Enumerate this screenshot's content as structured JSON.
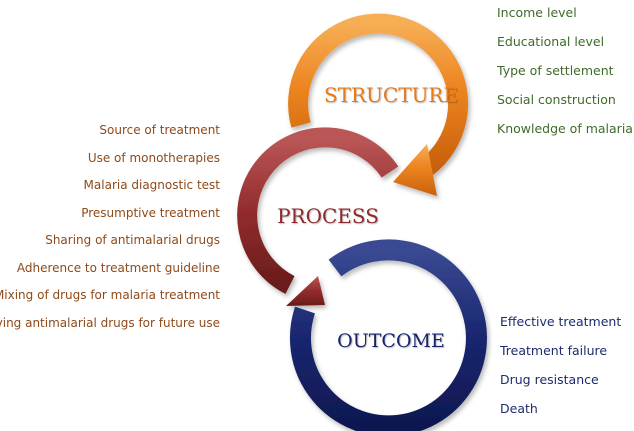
{
  "colors": {
    "structure": "#e87a17",
    "process": "#8d2a2a",
    "outcome": "#17236c",
    "structure_text": "#3f6b2a",
    "process_text": "#8e4a1a",
    "outcome_text": "#1c2c6c"
  },
  "stages": {
    "structure": "STRUCTURE",
    "process": "PROCESS",
    "outcome": "OUTCOME"
  },
  "structure_factors": [
    "Income level",
    "Educational level",
    "Type of settlement",
    "Social construction",
    "Knowledge of malaria"
  ],
  "process_factors": [
    "Source of treatment",
    "Use of monotherapies",
    "Malaria diagnostic test",
    "Presumptive treatment",
    "Sharing of antimalarial drugs",
    "Adherence to treatment guideline",
    "Mixing of drugs for malaria treatment",
    "Saving antimalarial drugs for future use"
  ],
  "outcome_factors": [
    "Effective treatment",
    "Treatment failure",
    "Drug resistance",
    "Death"
  ]
}
